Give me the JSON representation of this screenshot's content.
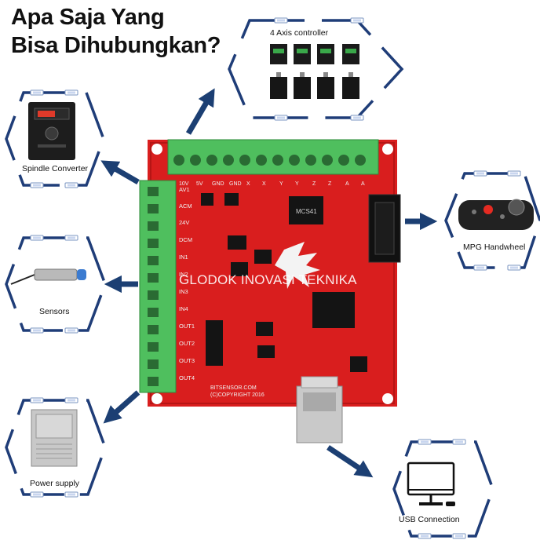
{
  "headline": {
    "line1": "Apa Saja Yang",
    "line2": "Bisa Dihubungkan?"
  },
  "devices": {
    "axis_controller": "4 Axis controller",
    "spindle": "Spindle Converter",
    "sensors": "Sensors",
    "power": "Power supply",
    "mpg": "MPG Handwheel",
    "usb": "USB Connection"
  },
  "board": {
    "watermark": "GLODOK INOVASI TEKNIKA",
    "top_pins": [
      "10V",
      "5V",
      "GND",
      "GND",
      "X",
      "X",
      "Y",
      "Y",
      "Z",
      "Z",
      "A",
      "A"
    ],
    "left_pins": [
      "AV1",
      "ACM",
      "24V",
      "DCM",
      "IN1",
      "IN2",
      "IN3",
      "IN4",
      "OUT1",
      "OUT2",
      "OUT3",
      "OUT4"
    ],
    "footer1": "BITSENSOR.COM",
    "footer2": "(C)COPYRIGHT 2016",
    "chip_label": "MCS41"
  },
  "colors": {
    "board": "#d91e1e",
    "terminal": "#4fbf5e",
    "arrow": "#1c3f73",
    "hex_outline": "#1f3d78"
  }
}
